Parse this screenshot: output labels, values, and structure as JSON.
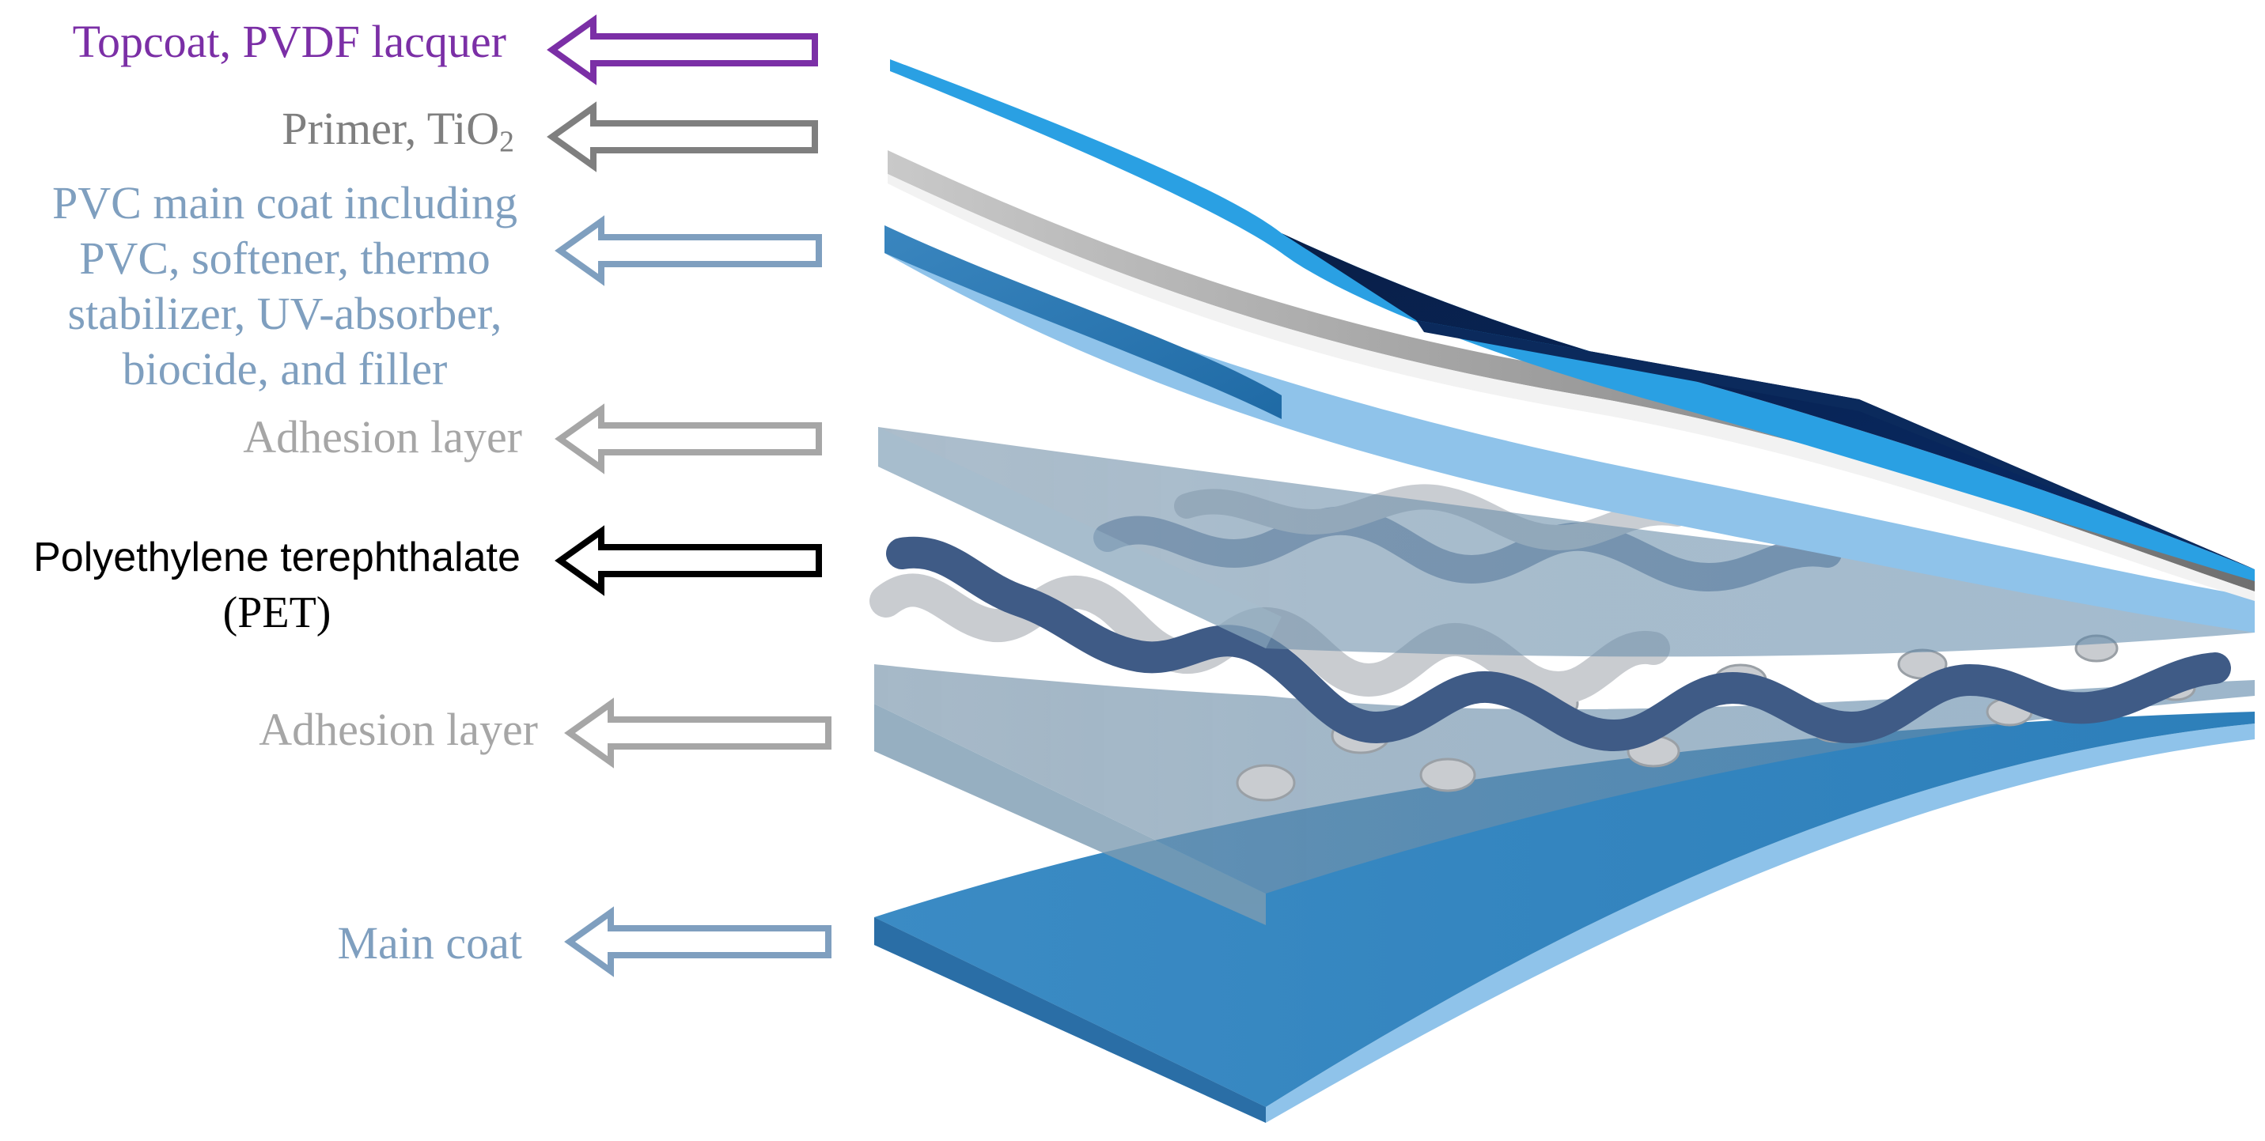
{
  "labels": {
    "topcoat": "Topcoat, PVDF lacquer",
    "primer_prefix": "Primer, TiO",
    "primer_sub": "2",
    "pvc_line1": "PVC main coat including",
    "pvc_line2": "PVC, softener, thermo",
    "pvc_line3": "stabilizer, UV-absorber,",
    "pvc_line4": "biocide, and filler",
    "adhesion_top": "Adhesion layer",
    "pet_line1": "Polyethylene terephthalate",
    "pet_line2": "(PET)",
    "adhesion_bottom": "Adhesion layer",
    "main_coat": "Main coat"
  },
  "colors": {
    "topcoat": "#7b2fa6",
    "primer": "#7f7f7f",
    "pvc": "#7f9fbf",
    "adhesion": "#a6a6a6",
    "pet": "#000000",
    "main_coat": "#7f9fbf",
    "layer_dark_navy": "#0b1f44",
    "layer_blue": "#2f7fb7",
    "layer_light_blue": "#8fc3ea",
    "layer_grey": "#9a9a9a",
    "layer_translucent": "#8eaec4",
    "fiber_dark": "#3f5b86",
    "fiber_light": "#c9ccd0"
  }
}
